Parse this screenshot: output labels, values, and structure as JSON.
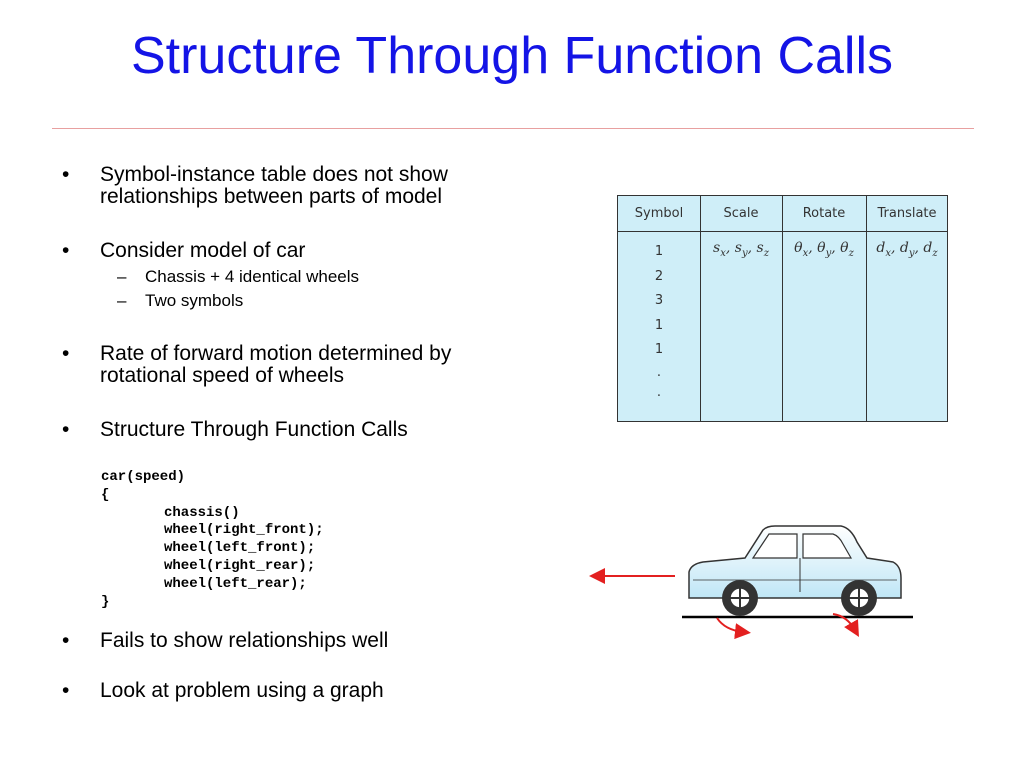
{
  "slide": {
    "title": "Structure Through Function Calls"
  },
  "bullets": [
    {
      "lines": [
        "Symbol-instance table does not show",
        "relationships between parts of model"
      ]
    },
    {
      "lines": [
        "Consider model of car"
      ],
      "subitems": [
        "Chassis + 4  identical wheels",
        "Two symbols"
      ]
    },
    {
      "lines": [
        "Rate of forward motion determined by",
        "rotational speed of wheels"
      ]
    },
    {
      "lines": [
        "Structure Through Function Calls"
      ]
    },
    {
      "lines": [
        "Fails to show relationships well"
      ]
    },
    {
      "lines": [
        "Look at problem using a graph"
      ]
    }
  ],
  "bullet_glyph": "•",
  "sub_glyph": "–",
  "code": {
    "lines": [
      "car(speed)",
      "{",
      "chassis()",
      "wheel(right_front);",
      "wheel(left_front);",
      "wheel(right_rear);",
      "wheel(left_rear);",
      "}"
    ]
  },
  "table": {
    "headers": [
      "Symbol",
      "Scale",
      "Rotate",
      "Translate"
    ],
    "symbols": [
      "1",
      "2",
      "3",
      "1",
      "1",
      ".",
      "."
    ],
    "scale": {
      "var": "s",
      "subs": [
        "x",
        "y",
        "z"
      ]
    },
    "rotate": {
      "var": "θ",
      "subs": [
        "x",
        "y",
        "z"
      ]
    },
    "translate": {
      "var": "d",
      "subs": [
        "x",
        "y",
        "z"
      ]
    },
    "fill_color": "#cfeef8"
  },
  "figure": {
    "arrow_color": "#e32020",
    "body_color": "#d9f1fb"
  }
}
